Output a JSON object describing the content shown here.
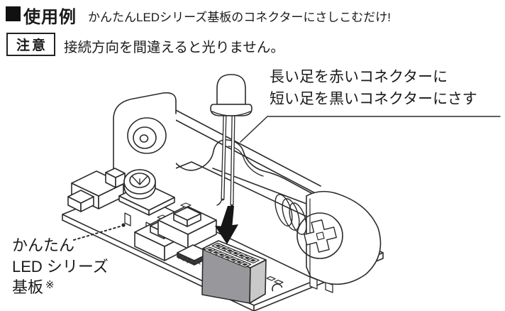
{
  "page": {
    "background": "#ffffff",
    "ink_color": "#1a1a1a",
    "line_color": "#2b2b2b"
  },
  "header": {
    "marker_icon": "black-square",
    "title": "使用例",
    "subtitle": "かんたんLEDシリーズ基板のコネクターにさしこむだけ!"
  },
  "caution": {
    "badge": "注意",
    "text": "接続方向を間違えると光りません。"
  },
  "callout": {
    "line1": "長い足を赤いコネクターに",
    "line2": "短い足を黒いコネクターにさす"
  },
  "board_label": {
    "line1": "かんたん",
    "line2": "LED シリーズ",
    "line3": "基板",
    "note_mark": "※"
  },
  "diagram": {
    "connector": {
      "rows": 2,
      "pins_per_row": 7,
      "front_color": "#98989c",
      "side_color": "#c9c9c9",
      "pin_hole_color": "#2f2f2f"
    },
    "arrow_color": "#161616"
  }
}
